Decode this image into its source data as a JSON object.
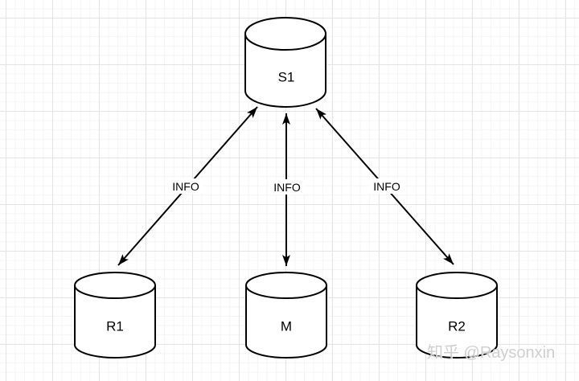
{
  "diagram": {
    "nodes": [
      {
        "id": "s1",
        "label": "S1",
        "shape": "cylinder",
        "position": "top-center"
      },
      {
        "id": "r1",
        "label": "R1",
        "shape": "cylinder",
        "position": "bottom-left"
      },
      {
        "id": "m",
        "label": "M",
        "shape": "cylinder",
        "position": "bottom-center"
      },
      {
        "id": "r2",
        "label": "R2",
        "shape": "cylinder",
        "position": "bottom-right"
      }
    ],
    "edges": [
      {
        "from": "S1",
        "to": "R1",
        "label": "INFO",
        "direction": "bidirectional"
      },
      {
        "from": "S1",
        "to": "M",
        "label": "INFO",
        "direction": "bidirectional"
      },
      {
        "from": "S1",
        "to": "R2",
        "label": "INFO",
        "direction": "bidirectional"
      }
    ]
  },
  "watermark": {
    "text": "知乎 @Raysonxin"
  },
  "colors": {
    "stroke": "#000000",
    "fill": "#ffffff",
    "grid_minor": "#f4f4f4",
    "grid_major": "#e4e4e4",
    "canvas_bg": "#ffffff",
    "watermark": "#cdcdcd"
  }
}
